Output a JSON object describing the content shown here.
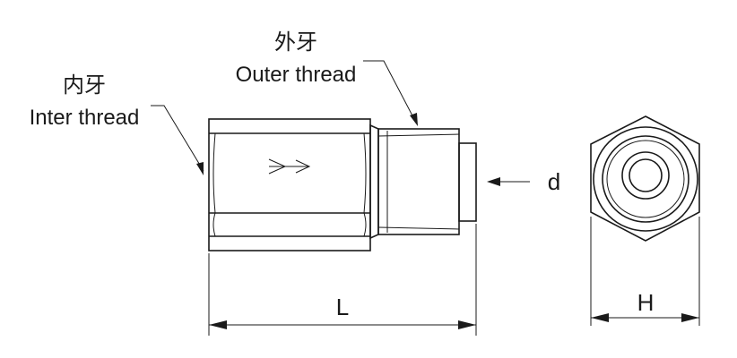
{
  "labels": {
    "inner_cn": "内牙",
    "inner_en": "Inter thread",
    "outer_cn": "外牙",
    "outer_en": "Outer thread",
    "d": "d",
    "L": "L",
    "H": "H"
  },
  "colors": {
    "line": "#1a1a1a",
    "background": "#ffffff"
  }
}
